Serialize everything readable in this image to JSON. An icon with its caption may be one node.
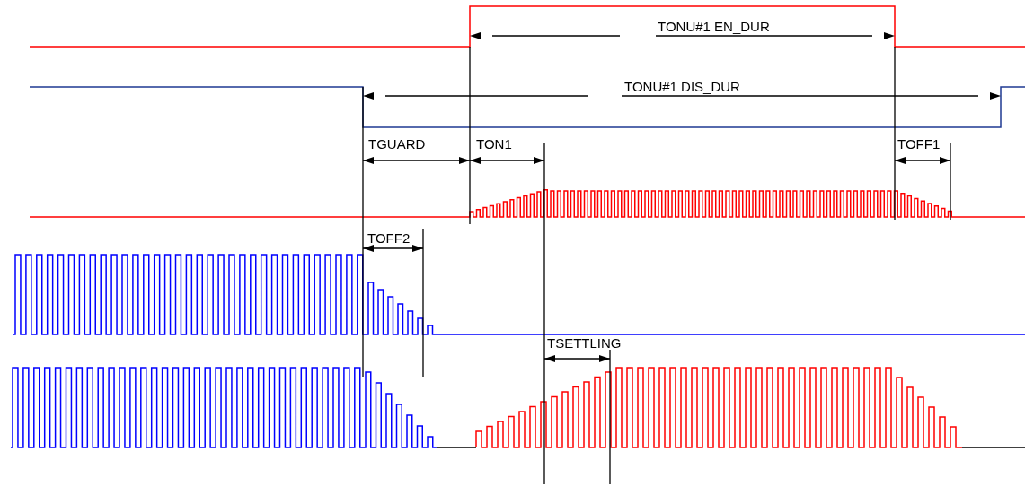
{
  "diagram": {
    "labels": [
      "TONU#1 EN_DUR",
      "TONU#1 DIS_DUR",
      "TGUARD",
      "TON1",
      "TOFF1",
      "TOFF2",
      "TSETTLING"
    ]
  }
}
